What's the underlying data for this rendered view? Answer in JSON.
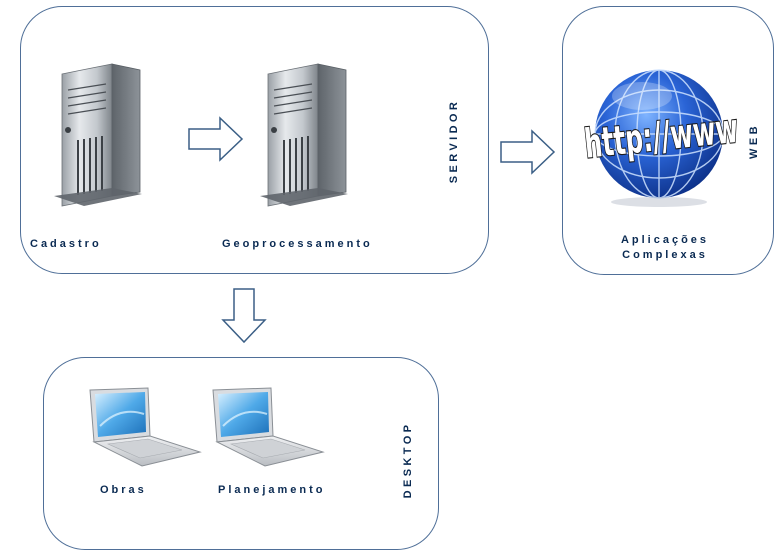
{
  "servidor": {
    "section_label": "SERVIDOR",
    "nodes": [
      {
        "label": "Cadastro",
        "icon": "server-tower-icon"
      },
      {
        "label": "Geoprocessamento",
        "icon": "server-tower-icon"
      }
    ]
  },
  "web": {
    "section_label": "WEB",
    "globe_text": "http://www",
    "node_label_line1": "Aplicações",
    "node_label_line2": "Complexas",
    "icon": "web-globe-icon"
  },
  "desktop": {
    "section_label": "DESKTOP",
    "nodes": [
      {
        "label": "Obras",
        "icon": "laptop-icon"
      },
      {
        "label": "Planejamento",
        "icon": "laptop-icon"
      }
    ]
  },
  "colors": {
    "border": "#4f6f98",
    "text": "#0a2a52",
    "arrow_stroke": "#3b5f86",
    "globe_blue": "#1a4fbf"
  }
}
